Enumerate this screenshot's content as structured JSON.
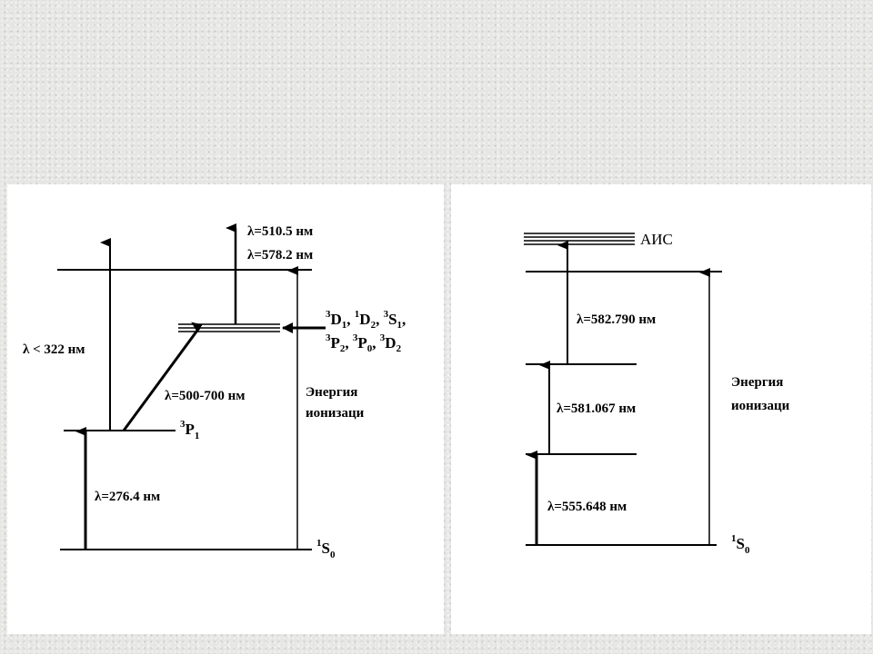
{
  "left": {
    "lambda_top1": "λ=510.5 нм",
    "lambda_top2": "λ=578.2 нм",
    "lambda_ion": "λ < 322 нм",
    "lambda_mid": "λ=500-700 нм",
    "lambda_first": "λ=276.4 нм",
    "ionization_1": "Энергия",
    "ionization_2": "ионизаци",
    "state_p1": {
      "sup": "3",
      "main": "P",
      "sub": "1"
    },
    "state_s0": {
      "sup": "1",
      "main": "S",
      "sub": "0"
    },
    "states_row1": [
      {
        "sup": "3",
        "main": "D",
        "sub": "1",
        "after": ", "
      },
      {
        "sup": "1",
        "main": "D",
        "sub": "2",
        "after": ", "
      },
      {
        "sup": "3",
        "main": "S",
        "sub": "1",
        "after": ","
      }
    ],
    "states_row2": [
      {
        "sup": "3",
        "main": "P",
        "sub": "2",
        "after": ", "
      },
      {
        "sup": "3",
        "main": "P",
        "sub": "0",
        "after": ", "
      },
      {
        "sup": "3",
        "main": "D",
        "sub": "2",
        "after": ""
      }
    ]
  },
  "right": {
    "ais_label": "АИС",
    "lambda_3": "λ=582.790 нм",
    "lambda_2": "λ=581.067 нм",
    "lambda_1": "λ=555.648 нм",
    "ionization_1": "Энергия",
    "ionization_2": "ионизаци",
    "state_s0": {
      "sup": "1",
      "main": "S",
      "sub": "0"
    }
  }
}
